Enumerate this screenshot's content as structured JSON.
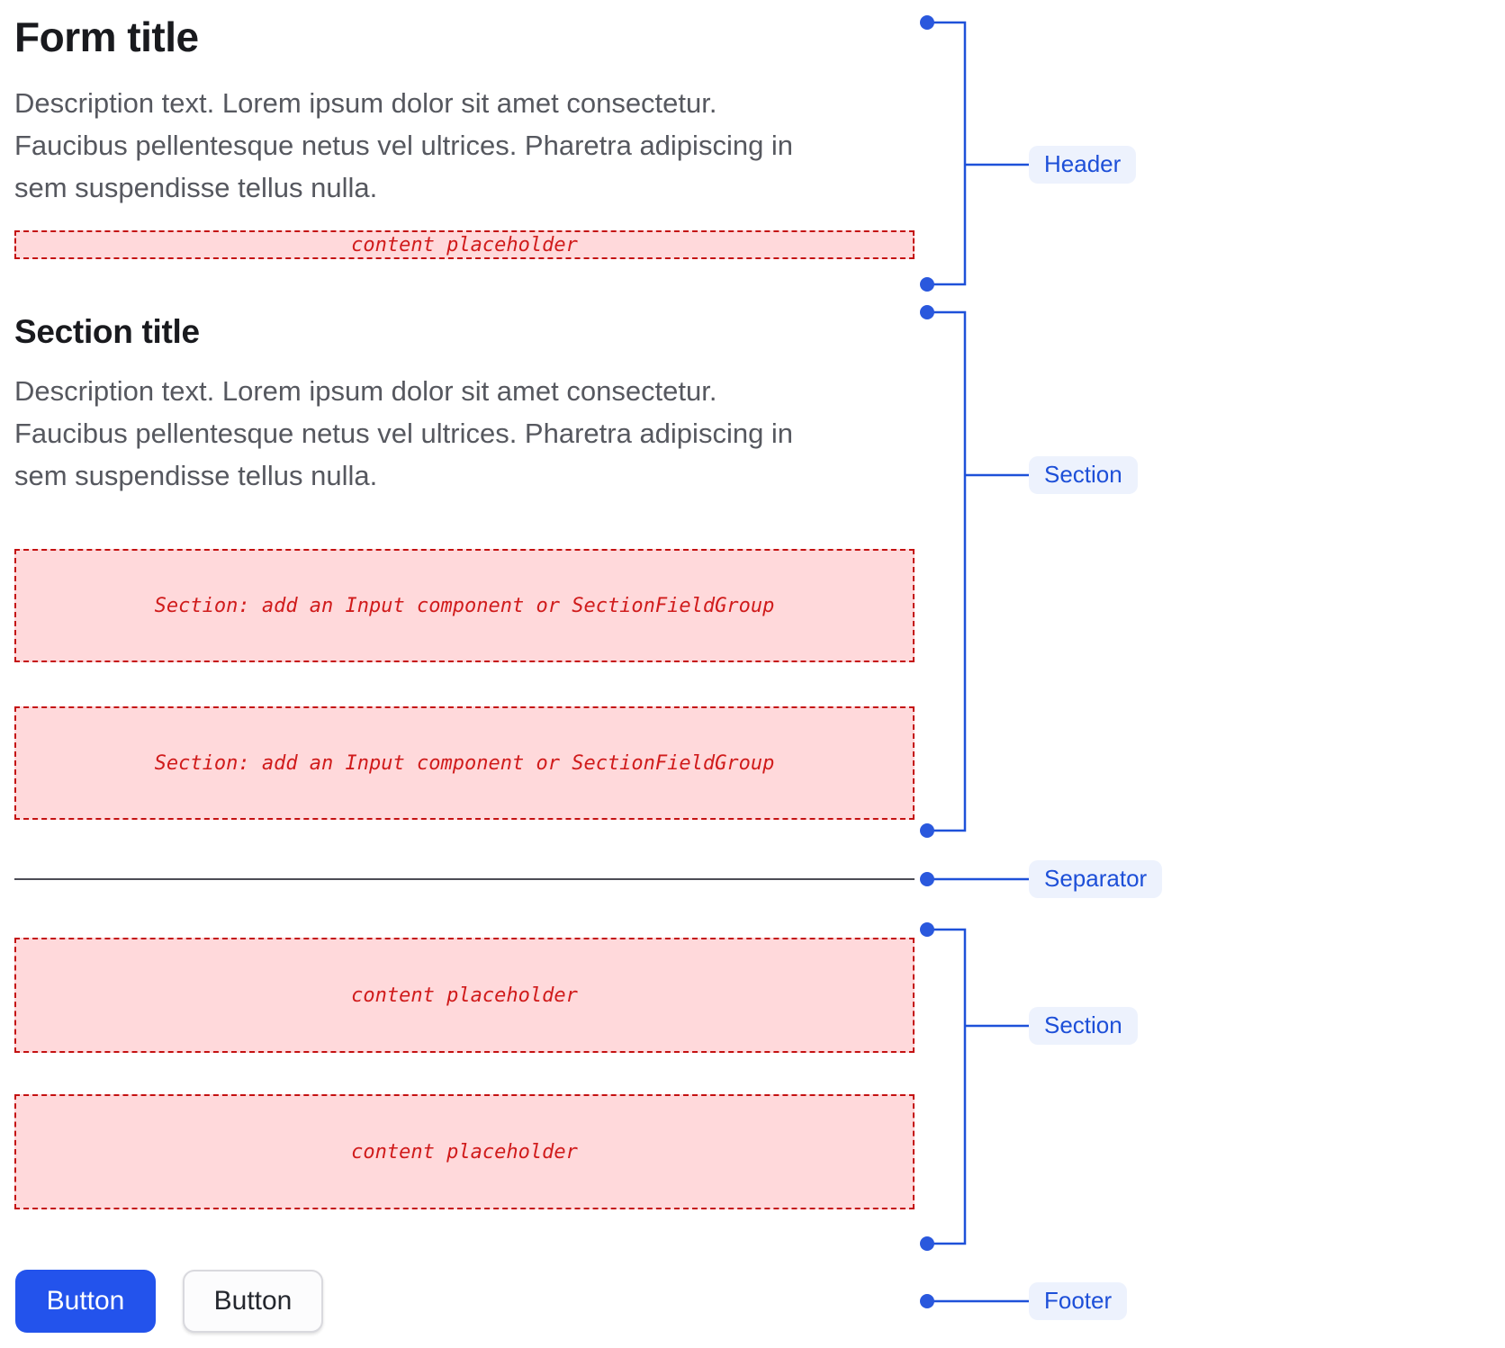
{
  "form": {
    "title": "Form title",
    "description_lines": [
      "Description text. Lorem ipsum dolor sit amet consectetur.",
      "Faucibus pellentesque netus vel ultrices. Pharetra adipiscing in",
      "sem suspendisse tellus nulla."
    ],
    "header_placeholder": "content placeholder"
  },
  "section1": {
    "title": "Section title",
    "description_lines": [
      "Description text. Lorem ipsum dolor sit amet consectetur.",
      "Faucibus pellentesque netus vel ultrices. Pharetra adipiscing in",
      "sem suspendisse tellus nulla."
    ],
    "slots": [
      "Section: add an Input component or SectionFieldGroup",
      "Section: add an Input component or SectionFieldGroup"
    ]
  },
  "section2": {
    "slots": [
      "content placeholder",
      "content placeholder"
    ]
  },
  "footer": {
    "primary_button_label": "Button",
    "secondary_button_label": "Button"
  },
  "annotations": {
    "header": "Header",
    "section1": "Section",
    "separator": "Separator",
    "section2": "Section",
    "footer": "Footer"
  },
  "colors": {
    "annotation_blue": "#1e51d9",
    "annotation_label_bg": "#edf2fd",
    "annotation_label_text": "#1d4fd8",
    "placeholder_bg": "#ffd9db",
    "placeholder_border": "#c41111",
    "placeholder_text": "#d01b1b",
    "primary_button_bg": "#2353ec",
    "separator_line": "#4c4c55"
  }
}
